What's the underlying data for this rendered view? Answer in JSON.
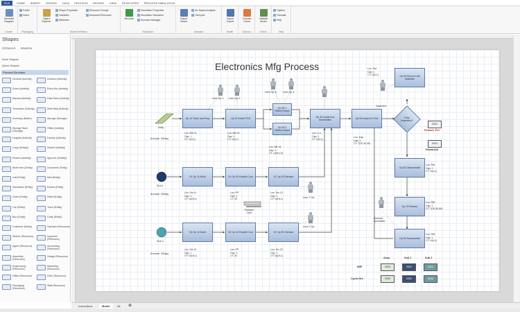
{
  "ribbon": {
    "tabs": [
      "FILE",
      "HOME",
      "INSERT",
      "DESIGN",
      "DATA",
      "PROCESS",
      "REVIEW",
      "VIEW",
      "DEVELOPER",
      "PROCESS SIMULATION"
    ],
    "groups": [
      {
        "label": "Create",
        "buttons": [
          "Generate Diagram"
        ]
      },
      {
        "label": "Packaging",
        "buttons": [
          "Folder",
          "Insert"
        ]
      },
      {
        "label": "Model Definition",
        "buttons": [
          "Object Explorer",
          "Shape Properties",
          "Variables",
          "Attributes",
          "Resource Groups",
          "Advanced Resource"
        ]
      },
      {
        "label": "Simulation",
        "buttons": [
          "Simulate",
          "Simulation Properties",
          "Simulation Scenarios",
          "Scenario Manager"
        ]
      },
      {
        "label": "Analysis",
        "buttons": [
          "Output Viewer",
          "Six Sigma Analysis",
          "LifeCycle"
        ]
      },
      {
        "label": "Model",
        "buttons": [
          "Import Export"
        ]
      },
      {
        "label": "Options",
        "buttons": [
          "Colorize Colors"
        ]
      },
      {
        "label": "Check",
        "buttons": [
          "Validate Model"
        ]
      },
      {
        "label": "Help",
        "buttons": [
          "Options",
          "Tutorials",
          "Help"
        ]
      }
    ]
  },
  "pane": {
    "title": "Shapes",
    "tabs": [
      "STENCILS",
      "SEARCH"
    ],
    "more_shapes": "More Shapes",
    "quick_shapes": "Quick Shapes",
    "stencil": "Process Simulator",
    "shapes": [
      "General (Activity)",
      "Decision (Activity)",
      "Event (Activity)",
      "Entry Box (Activity)",
      "Manual (Activity)",
      "Data Store (Activity)",
      "Terminator (Activity)",
      "Multi Step (Activity)",
      "Inventory (Buffer)",
      "Storage (Storage)",
      "Storage Rack (Storage)",
      "Office (Activity)",
      "Hospital (Activity)",
      "Factory (Activity)",
      "Copy (Activity)",
      "Submit (Activity)",
      "Review (Activity)",
      "Approve (Activity)",
      "Work Item (Entity)",
      "Document (Entity)",
      "Call (Entity)",
      "Mail (Entity)",
      "Simulation (Entity)",
      "Events (Entity)",
      "Order (Entity)",
      "Pallet (Entity)",
      "Car (Entity)",
      "Truck (Entity)",
      "Box (Entity)",
      "Crate (Entity)",
      "Customer (Entity)",
      "Operator (Resource)",
      "Worker (Resource)",
      "Inspector (Resource)",
      "Agent (Resource)",
      "Accounting (Resource)",
      "Assembly (Resource)",
      "Design (Resource)",
      "Engineering (Resource)",
      "Marketing (Resource)",
      "Office (Resource)",
      "Clerk (Resource)",
      "Packaging (Resource)",
      "Staff (Resource)"
    ]
  },
  "diagram": {
    "title": "Electronics Mfg Process",
    "arrival_labels": [
      "Assy",
      "Sub 1",
      "Sub 2"
    ],
    "arrivals": [
      "Arrivals: 25/day",
      "Arrivals: 25/day",
      "Arrivals: 25/day"
    ],
    "boxes": [
      {
        "id": "op10",
        "text": "Op 10\nClean and Prep"
      },
      {
        "id": "op20",
        "text": "Op 20\nInstall PCB"
      },
      {
        "id": "op30",
        "text": "Op 30.1\nRibbon\nBoard"
      },
      {
        "id": "op30b",
        "text": "Op 30.2\nRibbon\nBoard"
      },
      {
        "id": "op40",
        "text": "Op 40\nInstall Sub\nAssemblies"
      },
      {
        "id": "op50",
        "text": "Op 50\nInspect & Test"
      },
      {
        "id": "op90",
        "text": "Op 90 Record\nUnit Statistics"
      },
      {
        "id": "s1op10",
        "text": "S1 Op 10\nBuild"
      },
      {
        "id": "s1op20",
        "text": "S1 Op 20\nParallel Cont"
      },
      {
        "id": "s1op30",
        "text": "S1 Op 30\nDiemark"
      },
      {
        "id": "s2op10",
        "text": "S2 Op 10\nBuild"
      },
      {
        "id": "s2op20",
        "text": "S2 Op 20\nParallel Cont"
      },
      {
        "id": "s2op30",
        "text": "S2 Op 30\nDiemark"
      },
      {
        "id": "op60",
        "text": "Op 60\nDisassemble"
      },
      {
        "id": "op70",
        "text": "Op 70\nRework"
      },
      {
        "id": "op80",
        "text": "Op 80\nReassemble"
      }
    ],
    "infos": [
      "Loc: Mfr 01\nCap: 1\nCT: N(4,1)",
      "Loc: Mfr 02\nCap: 1\nCT: N(4,1)",
      "Loc: Mfr 04\nCap: 2\nCT: U(90,10)",
      "Loc: 4-4\nCap: 1\nCT: N(4,1)",
      "Loc: Insp\nCap: 1\nCT: T(20,30,45)",
      "Loc: Out\nCap: 1\nCT: N(4,1)",
      "Loc: Sm 11\nCap: 1\nCT: N(15,1)",
      "Loc: PP\nCap: 1\nCT: 20",
      "Loc: Sm 13\nCap: 1\nCT: N(15,1)",
      "Loc: Sm 21\nCap: 1\nCT: N(15,1)",
      "Loc: PP\nCap: 1\nCT: 20",
      "Loc: Sm 23\nCap: 1\nCT: N(15,1)",
      "Loc: RW\nCap: 1\nCT: N(4,1)",
      "Loc: RW\nCap: 1\nCT: T(30,45,60)",
      "Loc: RW\nCap: 1\nCT: N(4,1)"
    ],
    "workers": [
      "Line Op 1",
      "Line Op 2",
      "Line Op 3",
      "Line Op 4",
      "Inspector",
      "Line 1 Op",
      "Line 2 Op",
      "Rework Specialist"
    ],
    "decision": "Pass\nInspection?",
    "counters": {
      "rework_pct": "0000",
      "rework_pct_label": "Rework_Pct",
      "reworked": "0000",
      "reworked_label": "Reworked",
      "headers": [
        "Assy",
        "Sub 1",
        "Sub 2"
      ],
      "rows": [
        {
          "label": "WIP",
          "values": [
            "0000",
            "0000",
            "0000"
          ]
        },
        {
          "label": "Cycle-Hrs",
          "values": [
            "0000",
            "0000",
            "0000"
          ]
        }
      ]
    },
    "pallet": "Parallel\nCont"
  },
  "sheets": [
    "Instructions",
    "Model",
    "All"
  ],
  "colors": {
    "ribbon_accent": "#2b579a",
    "box_fill": "#a9bedc",
    "box_border": "#5c7aa6"
  }
}
